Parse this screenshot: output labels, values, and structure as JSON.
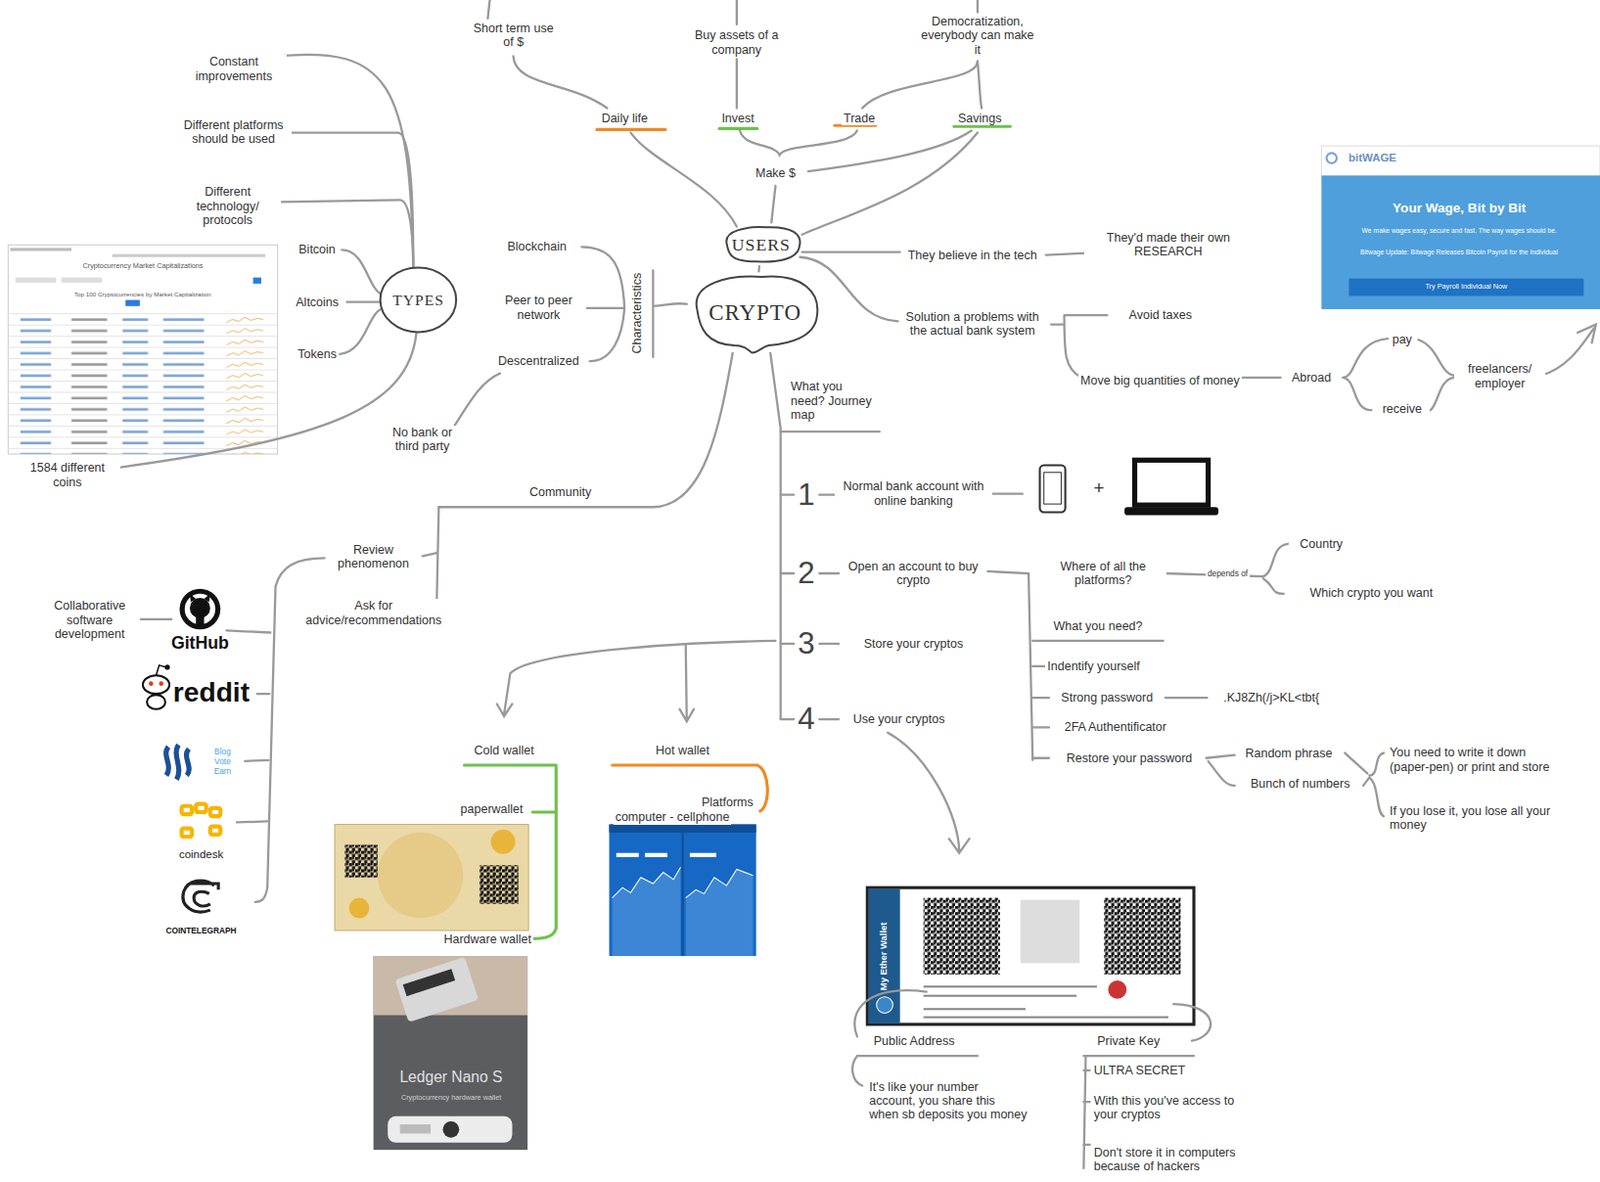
{
  "diagram": {
    "nodes": [
      {
        "text": [
          "USERS"
        ]
      },
      {
        "text": [
          "CRYPTO"
        ]
      },
      {
        "text": [
          "TYPES"
        ]
      }
    ],
    "edges": [
      {
        "from": 0,
        "to": 1,
        "arrow": "none"
      }
    ],
    "labels": [
      "Short term use of $",
      "Buy assets of a company",
      "Democratization, everybody can make it",
      "Daily life",
      "Invest",
      "Trade",
      "Savings",
      "Make $",
      "Constant improvements",
      "Different platforms should be used",
      "Different technology/ protocols",
      "Bitcoin",
      "Altcoins",
      "Tokens",
      "Cryptocurrency Market Capitalizations",
      "Top 100 Cryptocurrencies by Market Capitalization",
      "1584 different coins",
      "Blockchain",
      "Peer to peer network",
      "Descentralized",
      "Characteristics",
      "No bank or third party",
      "They believe in the tech",
      "They'd made their own RESEARCH",
      "Solution a problems with the actual bank system",
      "Avoid taxes",
      "Move big quantities of money",
      "Abroad",
      "pay",
      "receive",
      "freelancers/ employer",
      "bitWAGE",
      "Your Wage, Bit by Bit",
      "We make wages easy, secure and fast. The way wages should be.",
      "Bitwage Update: Bitwage Releases Bitcoin Payroll for the Individual",
      "Try Payroll Individual Now",
      "What you need? Journey map",
      "1",
      "Normal bank account with online banking",
      "+",
      "2",
      "Open an account to buy crypto",
      "Where of all the platforms?",
      "depends of",
      "Country",
      "Which crypto you want",
      "What you need?",
      "Indentify yourself",
      "Strong password",
      ".KJ8Zh(/j>KL<tbt{",
      "2FA Authentificator",
      "Restore your password",
      "Random phrase",
      "Bunch of numbers",
      "You need to write it down (paper-pen) or print and store",
      "If you lose it, you lose all your money",
      "3",
      "Store your cryptos",
      "4",
      "Use your cryptos",
      "Community",
      "Review phenomenon",
      "Ask for advice/recommendations",
      "Collaborative software development",
      "GitHub",
      "reddit",
      "Blog Vote Earn",
      "coindesk",
      "COINTELEGRAPH",
      "Cold wallet",
      "Hot wallet",
      "paperwallet",
      "Platforms",
      "computer - cellphone",
      "Hardware wallet",
      "Ledger Nano S",
      "Cryptocurrency hardware wallet",
      "My Ether Wallet",
      "Public Address",
      "It's like your number account, you share this when sb deposits you money",
      "Private Key",
      "ULTRA SECRET",
      "With this you've access to your cryptos",
      "Don't store it in computers because of hackers"
    ]
  }
}
